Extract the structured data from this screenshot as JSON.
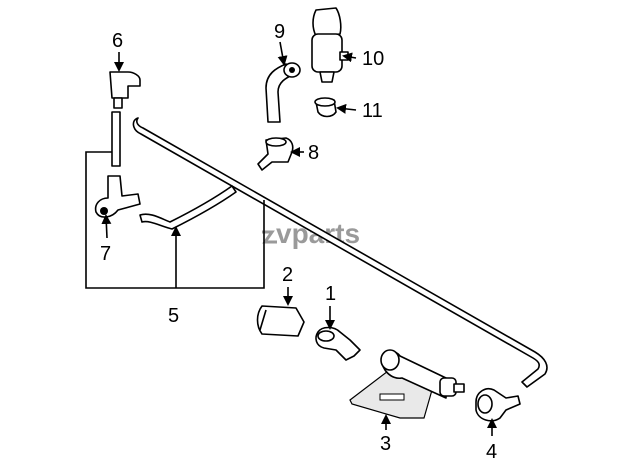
{
  "diagram": {
    "watermark": "vparts",
    "callouts": [
      {
        "id": "1",
        "label": "1"
      },
      {
        "id": "2",
        "label": "2"
      },
      {
        "id": "3",
        "label": "3"
      },
      {
        "id": "4",
        "label": "4"
      },
      {
        "id": "5",
        "label": "5"
      },
      {
        "id": "6",
        "label": "6"
      },
      {
        "id": "7",
        "label": "7"
      },
      {
        "id": "8",
        "label": "8"
      },
      {
        "id": "9",
        "label": "9"
      },
      {
        "id": "10",
        "label": "10"
      },
      {
        "id": "11",
        "label": "11"
      }
    ]
  }
}
